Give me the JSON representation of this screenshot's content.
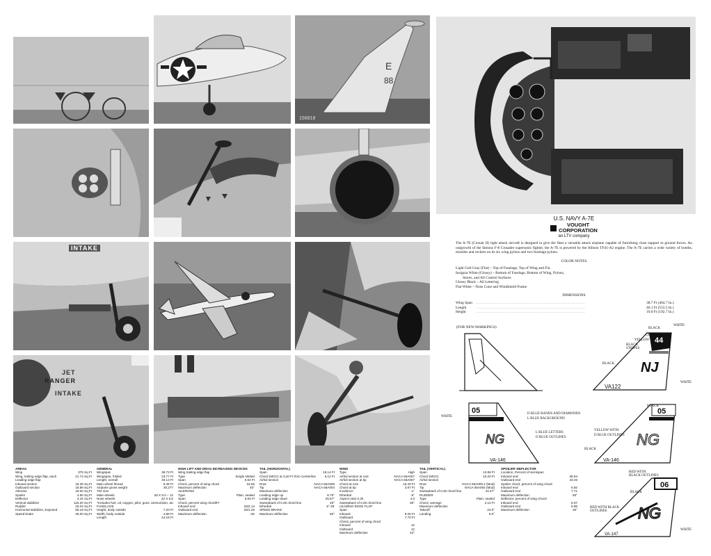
{
  "photos": {
    "intake_label": "INTAKE",
    "jet_label": "JET",
    "ranger_label": "RANGER",
    "intake_lower_label": "INTAKE"
  },
  "info": {
    "title": "U.S. NAVY A-7E",
    "brand_line1": "VOUGHT",
    "brand_line2": "CORPORATION",
    "brand_sub": "an LTV company",
    "description": "The A-7E (Corsair II) light attack aircraft is designed to give the fleet a versatile attack airplane capable of furnishing close support to ground forces. An outgrowth of the famous F-8 Crusader supersonic fighter, the A-7E is powered by the Allison TF41-A2 engine. The A-7E carries a wide variety of bombs, missiles and rockets on its six wing pylons and two fuselage pylons.",
    "color_notes_title": "COLOR NOTES",
    "color_notes": [
      "Light Gull Gray (Flat) – Top of Fuselage, Top of Wing and Fin.",
      "Insignia White (Glossy) – Bottom of Fuselage, Bottom of Wing, Pylons,",
      "Stores, and All Control Surfaces",
      "Glossy Black – All Lettering",
      "Flat White – Nose Cone and Windshield Frame"
    ],
    "dimensions_title": "DIMENSIONS",
    "dimensions": [
      {
        "name": "Wing Span",
        "value": "38.7 Ft (464.7 In.)"
      },
      {
        "name": "Length",
        "value": "46.1 Ft (553.5 In.)"
      },
      {
        "name": "Height",
        "value": "16.0 Ft (192.7 In.)"
      }
    ],
    "new_markings": "(FOR NEW MARKINGS)"
  },
  "callouts": {
    "black1": "BLACK",
    "white1": "WHITE",
    "gray": "GRAY",
    "yellow": "YELLOW",
    "black_stripes": "BLACK\nSTRIPES",
    "black2": "BLACK",
    "white2": "WHITE",
    "tail1_code": "NJ",
    "tail1_num": "44",
    "tail1_unit": "VA122",
    "white3": "WHITE",
    "dblue_bands": "D BLUE BANDS AND DIAMONDS",
    "lblue_bg": "L BLUE BACKGROUND",
    "lblue_letters": "L BLUE LETTERS",
    "dblue_outlines": "D BLUE OUTLINES",
    "black3": "BLACK",
    "yellow_with": "YELLOW WITH",
    "dblue_outlines2": "D BLUE OUTLINES",
    "black4": "BLACK",
    "tail2_num": "05",
    "tail2_unit": "VA-146",
    "tail2_code": "NG",
    "tail3_num": "05",
    "tail3_unit": "VA-146",
    "red_black1": "RED WITH\nBLACK OUTLINES",
    "black5": "BLACK",
    "red_black2": "RED WITH BLACK\nOUTLINES",
    "white4": "WHITE",
    "tail4_num": "06",
    "tail4_unit": "VA-147",
    "tail4_code": "NG"
  },
  "specs": [
    {
      "title": "AREAS",
      "rows": [
        [
          "Wing",
          "375 Sq Ft"
        ],
        [
          "Wing, trailing edge flap, each",
          "21.74 Sq Ft"
        ],
        [
          "Leading edge flap",
          ""
        ],
        [
          "Inboard section",
          "18.36 Sq Ft"
        ],
        [
          "Outboard section",
          "18.88 Sq Ft"
        ],
        [
          "Ailerons",
          "19.94 Sq Ft"
        ],
        [
          "Spoiler",
          "4.60 Sq Ft"
        ],
        [
          "Deflector",
          "3.44 Sq Ft"
        ],
        [
          "Vertical stabilizer",
          "115.20 Sq Ft"
        ],
        [
          "Rudder",
          "15.04 Sq Ft"
        ],
        [
          "Horizontal stabilizer, Exposed",
          "56.19 Sq Ft"
        ],
        [
          "Speed brake",
          "25.00 Sq Ft"
        ]
      ]
    },
    {
      "title": "GENERAL",
      "rows": [
        [
          "Wingspan",
          "38.73 Ft"
        ],
        [
          "Wingspan, folded",
          "23.77 Ft"
        ],
        [
          "Length, overall",
          "46.13 Ft"
        ],
        [
          "Main wheel thread",
          "9.45 Ft"
        ],
        [
          "Airplane gross weight",
          "30,277"
        ],
        [
          "Tire size",
          ""
        ],
        [
          "Main wheels",
          "28 X 9.0 – 12"
        ],
        [
          "Nose wheels",
          "22 X 5.5"
        ],
        [
          "*Includes fuel, oil, oxygen, pilot, guns, ammunition, and pylon replacement fairings",
          ""
        ],
        [
          "FUSELAGE",
          ""
        ],
        [
          "Height, body outside",
          "7.20 Ft"
        ],
        [
          "Width, body outside",
          "4.88 Ft"
        ],
        [
          "Length",
          "44.18 Ft"
        ]
      ]
    },
    {
      "title": "HIGH LIFT AND DRAG INCREASING DEVICES",
      "rows": [
        [
          "Wing trailing edge flap",
          ""
        ],
        [
          "Type",
          "Single slotted"
        ],
        [
          "Span",
          "6.64 Ft"
        ],
        [
          "Chord, percent of wing chord",
          "22.55"
        ],
        [
          "Maximum deflection",
          "40°"
        ],
        [
          "AILERONS",
          ""
        ],
        [
          "Type",
          "Plain, sealed"
        ],
        [
          "Span",
          "5.84 Ft"
        ],
        [
          "Chord, percent wing chord/Ft",
          ""
        ],
        [
          "Inboard end",
          "26/2.14"
        ],
        [
          "Outboard end",
          "25/1.26"
        ],
        [
          "Maximum deflection",
          "↑25"
        ]
      ]
    },
    {
      "title": "TAIL (HORIZONTAL)",
      "rows": [
        [
          "Span",
          "18.14 Ft"
        ],
        [
          "Chord (MGC) at 3,40 Ft from Centerline",
          "6.12 Ft"
        ],
        [
          "Airfoil section",
          ""
        ],
        [
          "Root",
          "NACA 65A006"
        ],
        [
          "Tip",
          "NACA 65A004"
        ],
        [
          "Maximum deflection",
          ""
        ],
        [
          "Leading edge up",
          "6.75°"
        ],
        [
          "Leading edge down",
          "25.57°"
        ],
        [
          "Sweepback of 0.25 chord line",
          "45°"
        ],
        [
          "Dihedral",
          "5° 25'"
        ],
        [
          "SPEED BRAKE",
          ""
        ],
        [
          "Maximum deflection",
          "60°"
        ]
      ]
    },
    {
      "title": "WING",
      "rows": [
        [
          "Type",
          "High"
        ],
        [
          "Airfoil section at root",
          "NACA 65A007"
        ],
        [
          "Airfoil section at tip",
          "NACA 65A007"
        ],
        [
          "Chord at root",
          "15.40 Ft"
        ],
        [
          "Chord at tip",
          "3.87 Ft"
        ],
        [
          "Incidence",
          "-1°"
        ],
        [
          "Dihedral",
          "-5°"
        ],
        [
          "Aspect ratio 0.25",
          "4.0"
        ],
        [
          "Sweepback of 0.25 chord line",
          "35°"
        ],
        [
          "LEADING EDGE FLAP",
          ""
        ],
        [
          "Span",
          ""
        ],
        [
          "Inboard",
          "9.25 Ft"
        ],
        [
          "Outboard",
          "7.70 Ft"
        ],
        [
          "Chord, percent of wing chord",
          ""
        ],
        [
          "Inboard",
          "12"
        ],
        [
          "Outboard",
          "12"
        ],
        [
          "Maximum deflection",
          "42°"
        ]
      ]
    },
    {
      "title": "TAIL (VERTICAL)",
      "rows": [
        [
          "Span",
          "12.86 Ft"
        ],
        [
          "Chord (MGC)",
          "10.20 Ft"
        ],
        [
          "Airfoil section",
          ""
        ],
        [
          "Root",
          "NACA 65A005.2 (Mod)"
        ],
        [
          "Tip",
          "NACA 65A004 (Mod)"
        ],
        [
          "Sweepback of 0.25 chord line",
          "44.47°"
        ],
        [
          "RUDDER",
          ""
        ],
        [
          "Type",
          "Plain, sealed"
        ],
        [
          "Chord, average",
          "2.12 Ft"
        ],
        [
          "Maximum deflection",
          ""
        ],
        [
          "Takeoff",
          "24.0°"
        ],
        [
          "Landing",
          "6.0°"
        ]
      ]
    },
    {
      "title": "SPOILER–DEFLECTOR",
      "rows": [
        [
          "Location, Percent of semispan",
          ""
        ],
        [
          "Inboard end",
          "28.94"
        ],
        [
          "Outboard end",
          "43.46"
        ],
        [
          "Spoiler chord, percent of wing chord",
          ""
        ],
        [
          "Inboard end",
          "6.92"
        ],
        [
          "Outboard end",
          "7.71"
        ],
        [
          "Maximum deflection",
          "60°"
        ],
        [
          "Deflector, percent of wing Chord",
          ""
        ],
        [
          "Inboard end",
          "5.07"
        ],
        [
          "Outboard end",
          "5.98"
        ],
        [
          "Maximum deflection",
          "30°"
        ]
      ]
    }
  ]
}
